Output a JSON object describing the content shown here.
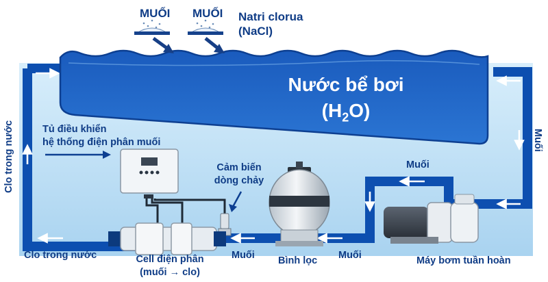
{
  "salt_label_1": "MUỐI",
  "salt_label_2": "MUỐI",
  "sodium_chloride": {
    "line1": "Natri clorua",
    "line2": "(NaCl)"
  },
  "pool": {
    "title": "Nước bể bơi",
    "formula_h": "(H",
    "formula_sub": "2",
    "formula_o": "O)"
  },
  "control_box_label": {
    "line1": "Tủ điều khiển",
    "line2": "hệ thống điện phân muối"
  },
  "flow_sensor_label": {
    "line1": "Cảm biến",
    "line2": "dòng chảy"
  },
  "left_pipe_label": "Clo trong nước",
  "bottom_left_label": "Clo trong nước",
  "cell_label": {
    "line1": "Cell điện phân",
    "line2": "(muối → clo)"
  },
  "filter_label": "Bình lọc",
  "pump_label": "Máy bơm tuần hoàn",
  "salt_flow_labels": {
    "before_cell": "Muối",
    "before_filter": "Muối",
    "above_pump": "Muối",
    "right_pipe": "Muối"
  },
  "colors": {
    "pipe": "#0d4fb0",
    "pool_water": "#1e63c4",
    "background_water": "#bfe0f6"
  }
}
